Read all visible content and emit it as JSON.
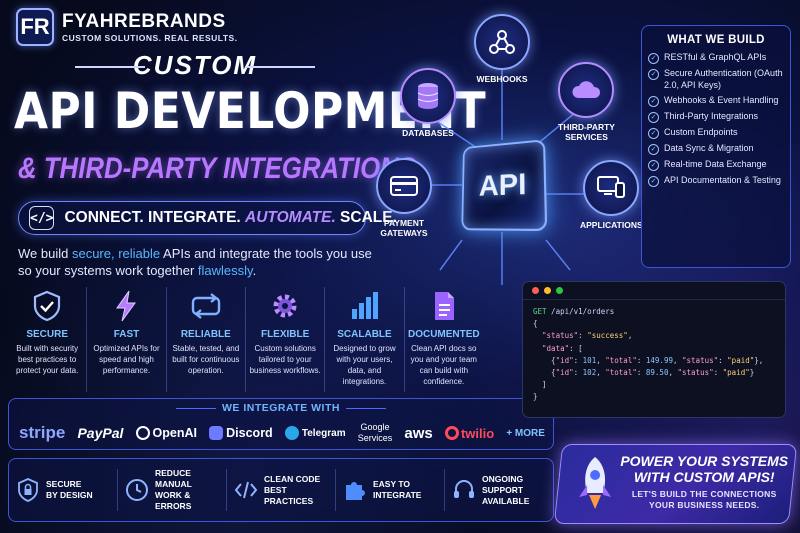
{
  "brand": {
    "logo_letters": "FR",
    "name": "FYAHREBRANDS",
    "tagline": "CUSTOM SOLUTIONS. REAL RESULTS."
  },
  "title": {
    "line1": "CUSTOM",
    "line2": "API DEVELOPMENT",
    "line3": "& THIRD-PARTY INTEGRATIONS"
  },
  "slogan": {
    "icon": "</>",
    "part1": "CONNECT. INTEGRATE. ",
    "part2": "AUTOMATE.",
    "part3": " SCALE."
  },
  "intro": {
    "a": "We build ",
    "b": "secure, reliable",
    "c": " APIs and integrate the tools you use so your systems work together ",
    "d": "flawlessly",
    "e": "."
  },
  "features": [
    {
      "icon": "shield-check-icon",
      "title": "SECURE",
      "desc": "Built with security best practices to protect your data."
    },
    {
      "icon": "lightning-icon",
      "title": "FAST",
      "desc": "Optimized APIs for speed and high performance."
    },
    {
      "icon": "sync-icon",
      "title": "RELIABLE",
      "desc": "Stable, tested, and built for continuous operation."
    },
    {
      "icon": "gear-icon",
      "title": "FLEXIBLE",
      "desc": "Custom solutions tailored to your business workflows."
    },
    {
      "icon": "bar-chart-icon",
      "title": "SCALABLE",
      "desc": "Designed to grow with your users, data, and integrations."
    },
    {
      "icon": "document-icon",
      "title": "DOCUMENTED",
      "desc": "Clean API docs so you and your team can build with confidence."
    }
  ],
  "integrate": {
    "title": "WE INTEGRATE WITH",
    "logos": {
      "stripe": "stripe",
      "paypal": "PayPal",
      "openai": "OpenAI",
      "discord": "Discord",
      "telegram": "Telegram",
      "google1": "Google",
      "google2": "Services",
      "aws": "aws",
      "twilio": "twilio",
      "more": "+ MORE"
    }
  },
  "benefits": [
    {
      "icon": "lock-shield-icon",
      "text": "SECURE\nBY DESIGN"
    },
    {
      "icon": "clock-icon",
      "text": "REDUCE MANUAL\nWORK & ERRORS"
    },
    {
      "icon": "code-icon",
      "text": "CLEAN CODE\nBEST PRACTICES"
    },
    {
      "icon": "puzzle-icon",
      "text": "EASY TO\nINTEGRATE"
    },
    {
      "icon": "headset-icon",
      "text": "ONGOING SUPPORT\nAVAILABLE"
    }
  ],
  "diagram": {
    "center": "API",
    "webhooks": "WEBHOOKS",
    "databases": "DATABASES",
    "third_party": "THIRD-PARTY\nSERVICES",
    "payment": "PAYMENT\nGATEWAYS",
    "applications": "APPLICATIONS"
  },
  "build": {
    "title": "WHAT WE BUILD",
    "items": [
      "RESTful & GraphQL APIs",
      "Secure Authentication (OAuth 2.0, API Keys)",
      "Webhooks & Event Handling",
      "Third-Party Integrations",
      "Custom Endpoints",
      "Data Sync & Migration",
      "Real-time Data Exchange",
      "API Documentation & Testing"
    ]
  },
  "code": {
    "method": "GET",
    "path": " /api/v1/orders",
    "l_open": "{",
    "k_status": "\"status\"",
    "v_status": "\"success\"",
    "k_data": "\"data\"",
    "r1_id": "101",
    "r1_total": "149.99",
    "r1_status": "\"paid\"",
    "r2_id": "102",
    "r2_total": "89.50",
    "r2_status": "\"paid\"",
    "k_id": "\"id\"",
    "k_total": "\"total\"",
    "k_rstatus": "\"status\"",
    "l_arr_close": "]",
    "l_close": "}"
  },
  "cta": {
    "title": "POWER YOUR SYSTEMS\nWITH CUSTOM APIS!",
    "sub": "LET'S BUILD THE CONNECTIONS\nYOUR BUSINESS NEEDS."
  },
  "colors": {
    "accent_blue": "#58b8ff",
    "accent_purple": "#b777ff",
    "border": "#3d55d6",
    "twilio": "#ff4a5c"
  }
}
